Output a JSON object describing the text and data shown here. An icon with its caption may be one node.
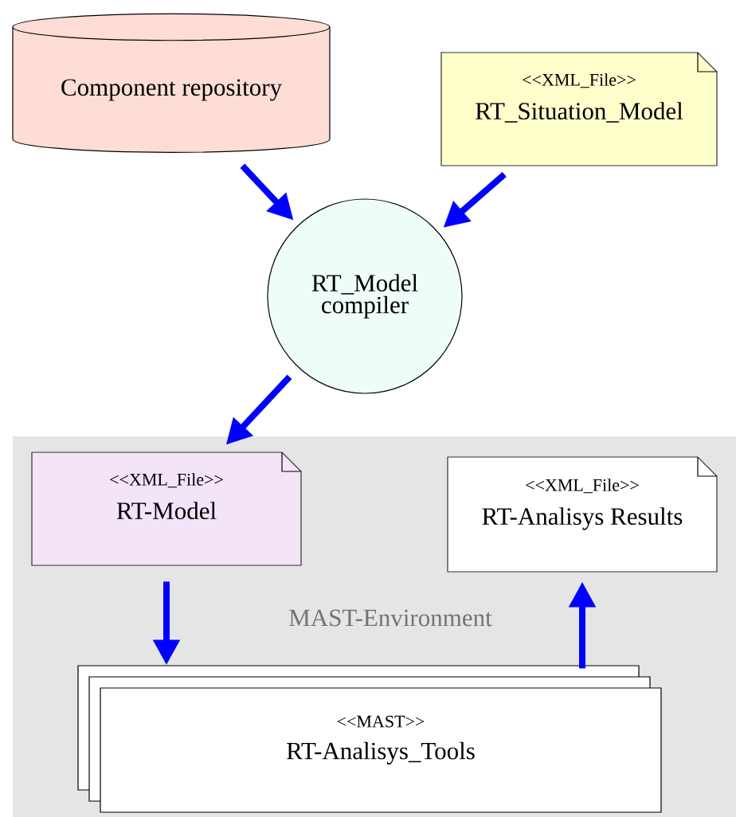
{
  "diagram": {
    "nodes": [
      {
        "text": [
          "Component repository"
        ]
      },
      {
        "text": [
          "<<XML_File>>",
          "RT_Situation_Model"
        ]
      },
      {
        "text": [
          "RT_Model compiler"
        ]
      },
      {
        "text": [
          "MAST-Environment"
        ]
      },
      {
        "text": [
          "<<XML_File>>",
          "RT-Model"
        ],
        "in": 3
      },
      {
        "text": [
          "<<XML_File>>",
          "RT-Analisys Results"
        ],
        "in": 3
      },
      {
        "text": [
          "<<MAST>>",
          "RT-Analisys_Tools"
        ],
        "in": 3
      }
    ],
    "edges": [
      {
        "from": 0,
        "to": 2,
        "arrow": "to"
      },
      {
        "from": 1,
        "to": 2,
        "arrow": "to"
      },
      {
        "from": 2,
        "to": 4,
        "arrow": "to"
      },
      {
        "from": 4,
        "to": 6,
        "arrow": "to"
      },
      {
        "from": 6,
        "to": 5,
        "arrow": "to"
      }
    ]
  }
}
